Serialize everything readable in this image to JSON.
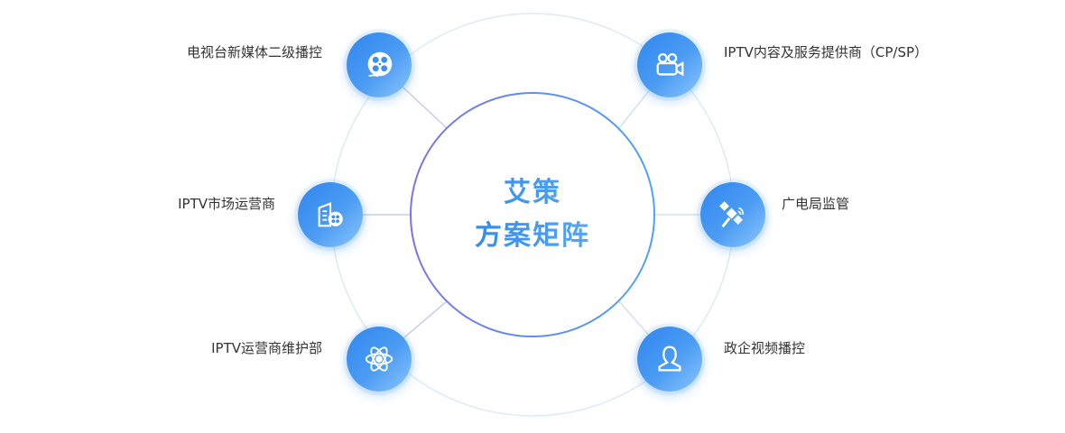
{
  "center": {
    "line1": "艾策",
    "line2": "方案矩阵"
  },
  "nodes": [
    {
      "label": "电视台新媒体二级播控",
      "icon": "film-reel-icon"
    },
    {
      "label": "IPTV内容及服务提供商（CP/SP）",
      "icon": "video-camera-icon"
    },
    {
      "label": "IPTV市场运营商",
      "icon": "building-icon"
    },
    {
      "label": "广电局监管",
      "icon": "satellite-icon"
    },
    {
      "label": "IPTV运营商维护部",
      "icon": "atom-icon"
    },
    {
      "label": "政企视频播控",
      "icon": "user-icon"
    }
  ],
  "colors": {
    "accent": "#3a8ff0",
    "ring": "#dcebf8",
    "inner_ring_start": "#7a74e6",
    "inner_ring_end": "#4ca3f5"
  }
}
